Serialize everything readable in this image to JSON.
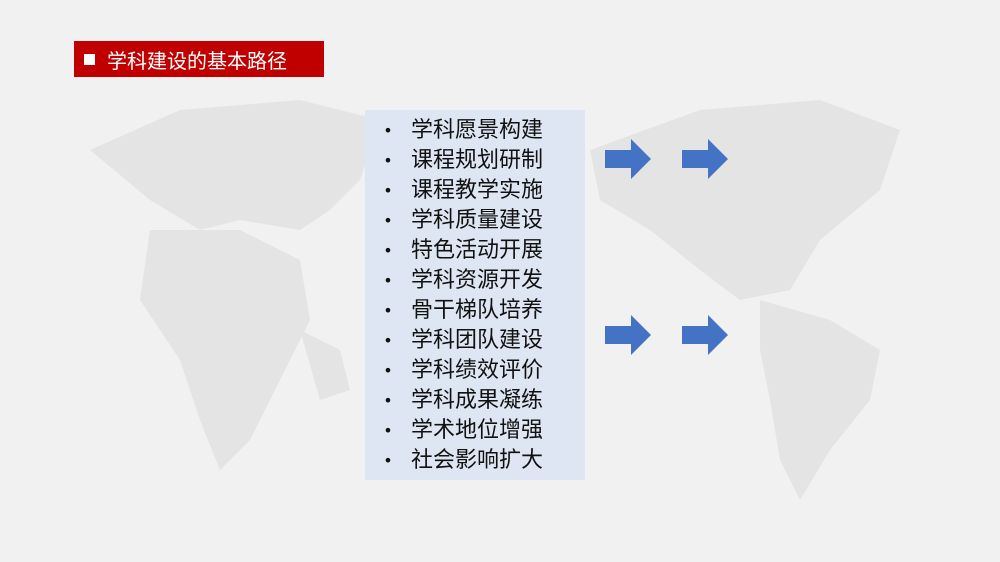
{
  "title": {
    "text": "学科建设的基本路径"
  },
  "items": [
    "学科愿景构建",
    "课程规划研制",
    "课程教学实施",
    "学科质量建设",
    "特色活动开展",
    "学科资源开发",
    "骨干梯队培养",
    "学科团队建设",
    "学科绩效评价",
    "学科成果凝练",
    "学术地位增强",
    "社会影响扩大"
  ],
  "colors": {
    "title_bg": "#c00000",
    "arrow": "#4472c4",
    "list_bg": "#dde6f2"
  }
}
